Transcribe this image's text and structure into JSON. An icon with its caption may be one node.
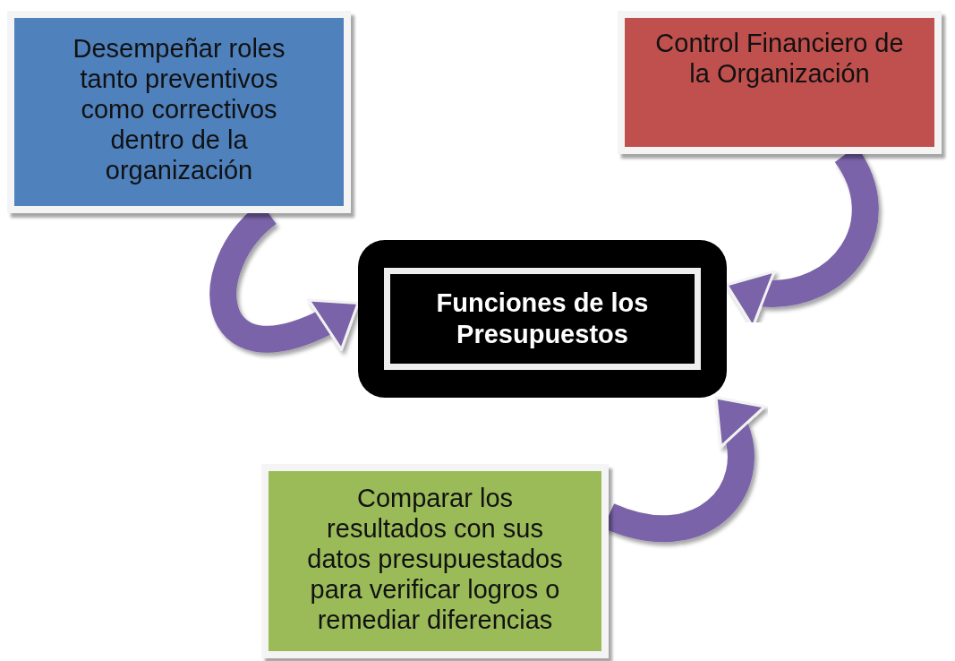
{
  "diagram": {
    "nodes": [
      {
        "text": [
          "Desempeñar roles tanto preventivos como correctivos dentro de la organización"
        ]
      },
      {
        "text": [
          "Control Financiero de la Organización"
        ]
      },
      {
        "text": [
          "Funciones de los Presupuestos"
        ]
      },
      {
        "text": [
          "Comparar los resultados con sus datos presupuestados para verificar logros o remediar diferencias"
        ]
      }
    ],
    "edges": [
      {
        "from": 0,
        "to": 2,
        "arrow": "to"
      },
      {
        "from": 1,
        "to": 2,
        "arrow": "to"
      },
      {
        "from": 3,
        "to": 2,
        "arrow": "to"
      }
    ]
  }
}
